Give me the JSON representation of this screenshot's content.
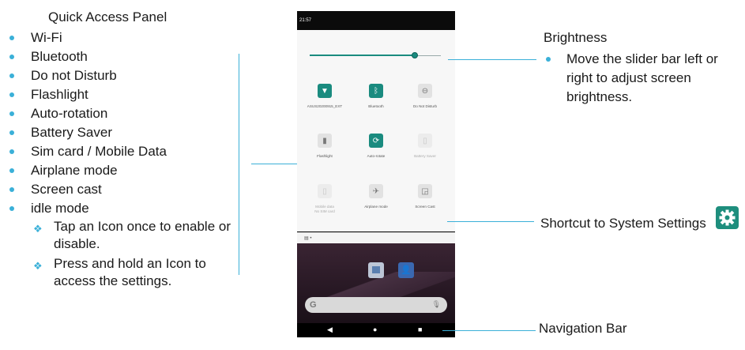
{
  "left_panel": {
    "title": "Quick Access Panel",
    "features": [
      "Wi-Fi",
      "Bluetooth",
      "Do not Disturb",
      "Flashlight",
      "Auto-rotation",
      "Battery Saver",
      "Sim card / Mobile Data",
      "Airplane mode",
      "Screen cast",
      "idle mode"
    ],
    "tips": [
      "Tap an Icon once to enable or disable.",
      "Press and hold an Icon to access the settings."
    ]
  },
  "phone": {
    "time": "21:57",
    "brightness_level_pct": 80,
    "tiles": [
      {
        "label": "ASUS20200915_EXT",
        "icon": "wifi-icon",
        "state": "on"
      },
      {
        "label": "Bluetooth",
        "icon": "bluetooth-icon",
        "state": "on"
      },
      {
        "label": "Do Not Disturb",
        "icon": "do-not-disturb-icon",
        "state": "off"
      },
      {
        "label": "Flashlight",
        "icon": "flashlight-icon",
        "state": "off"
      },
      {
        "label": "Auto-rotate",
        "icon": "auto-rotate-icon",
        "state": "on"
      },
      {
        "label": "Battery Saver",
        "icon": "battery-saver-icon",
        "state": "disabled"
      },
      {
        "label": "Mobile data",
        "sublabel": "No SIM card",
        "icon": "mobile-data-icon",
        "state": "disabled"
      },
      {
        "label": "Airplane mode",
        "icon": "airplane-icon",
        "state": "off"
      },
      {
        "label": "Screen Cast",
        "icon": "screen-cast-icon",
        "state": "off"
      }
    ],
    "search_logo": "G"
  },
  "annotations": {
    "brightness_title": "Brightness",
    "brightness_desc": "Move the slider bar left or right to adjust screen brightness.",
    "shortcut": "Shortcut to System Settings",
    "navigation": "Navigation Bar"
  },
  "colors": {
    "accent": "#1a8b7f",
    "bullet": "#3ab0d8"
  }
}
